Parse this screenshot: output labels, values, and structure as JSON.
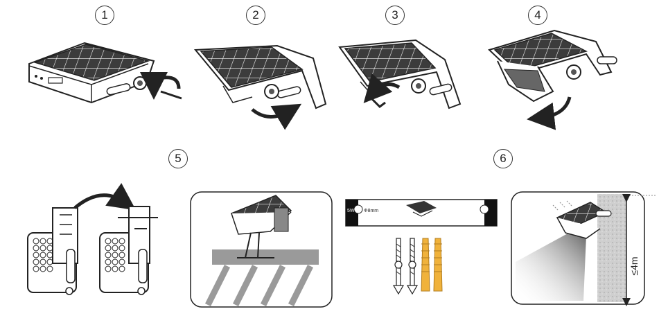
{
  "steps": {
    "s1": "1",
    "s2": "2",
    "s3": "3",
    "s4": "4",
    "s5": "5",
    "s6": "6"
  },
  "template": {
    "left_label": "5W",
    "hole_label": "Φ8mm"
  },
  "height_label": "≤4m",
  "colors": {
    "line": "#2a2a2a",
    "solar": "#3c3c3c",
    "plug": "#f0b23b",
    "wall": "#c9c9c9",
    "ground": "#9a9a9a"
  },
  "icons": [
    "arrow-rotate-icon",
    "light-beam-icon",
    "screw-icon",
    "wall-plug-icon"
  ]
}
